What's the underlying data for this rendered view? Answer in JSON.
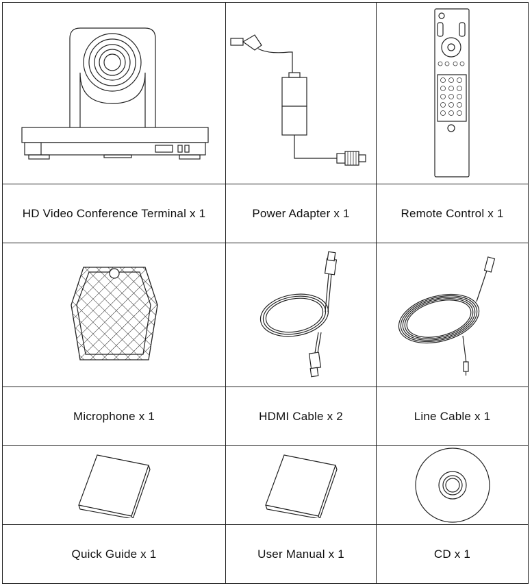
{
  "items": [
    {
      "label": "HD Video Conference Terminal x 1",
      "icon": "camera-terminal-icon"
    },
    {
      "label": "Power Adapter x 1",
      "icon": "power-adapter-icon"
    },
    {
      "label": "Remote Control x 1",
      "icon": "remote-control-icon"
    },
    {
      "label": "Microphone x 1",
      "icon": "microphone-icon"
    },
    {
      "label": "HDMI Cable x 2",
      "icon": "hdmi-cable-icon"
    },
    {
      "label": "Line Cable x 1",
      "icon": "line-cable-icon"
    },
    {
      "label": "Quick Guide x 1",
      "icon": "quick-guide-icon"
    },
    {
      "label": "User Manual x 1",
      "icon": "user-manual-icon"
    },
    {
      "label": "CD x 1",
      "icon": "cd-icon"
    }
  ]
}
